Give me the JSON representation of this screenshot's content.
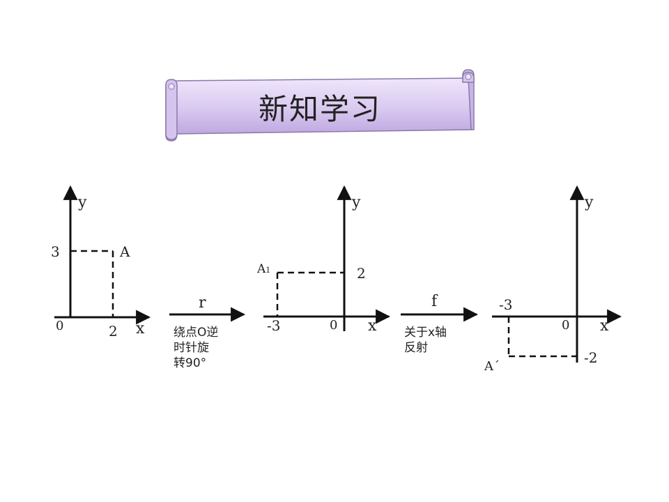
{
  "banner": {
    "title": "新知学习"
  },
  "panels": [
    {
      "y_label": "y",
      "x_label": "x",
      "origin_label": "0",
      "x_tick": "2",
      "y_tick": "3",
      "point_label": "A"
    },
    {
      "y_label": "y",
      "x_label": "x",
      "origin_label": "0",
      "x_tick": "-3",
      "y_tick": "2",
      "point_label_main": "A",
      "point_label_sub": "1"
    },
    {
      "y_label": "y",
      "x_label": "x",
      "origin_label": "0",
      "x_tick": "-3",
      "y_tick": "-2",
      "point_label": "A´"
    }
  ],
  "transforms": [
    {
      "symbol": "r",
      "caption_lines": [
        "绕点O逆",
        "时针旋",
        "转90°"
      ]
    },
    {
      "symbol": "f",
      "caption_lines": [
        "关于x轴",
        "反射"
      ]
    }
  ],
  "colors": {
    "axis": "#111111",
    "banner_fill": "#ddd0f2",
    "banner_shade": "#b9a4dc",
    "banner_edge": "#8a78a8"
  }
}
